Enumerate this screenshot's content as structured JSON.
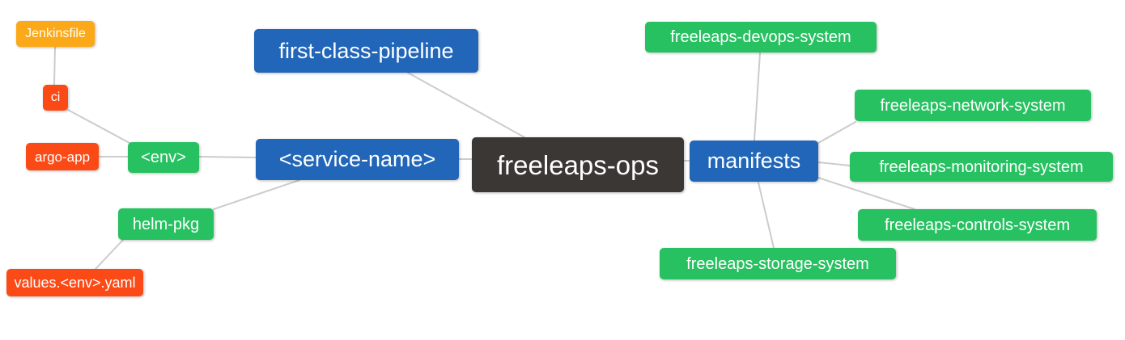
{
  "palette": {
    "root_bg": "#3b3735",
    "level1_bg": "#2166b8",
    "level2_bg": "#27c161",
    "level3_bg": "#fc4a16",
    "level4_bg": "#fba819",
    "text": "#ffffff",
    "edge": "#cccccc",
    "background": "#ffffff"
  },
  "nodes": {
    "root": {
      "label": "freeleaps-ops",
      "level": "root"
    },
    "first_class_pipeline": {
      "label": "first-class-pipeline",
      "level": "1"
    },
    "service_name": {
      "label": "<service-name>",
      "level": "1"
    },
    "manifests": {
      "label": "manifests",
      "level": "1"
    },
    "env": {
      "label": "<env>",
      "level": "2"
    },
    "helm_pkg": {
      "label": "helm-pkg",
      "level": "2"
    },
    "ci": {
      "label": "ci",
      "level": "3"
    },
    "argo_app": {
      "label": "argo-app",
      "level": "3"
    },
    "jenkinsfile": {
      "label": "Jenkinsfile",
      "level": "4"
    },
    "values_env_yaml": {
      "label": "values.<env>.yaml",
      "level": "3"
    },
    "devops_system": {
      "label": "freeleaps-devops-system",
      "level": "2"
    },
    "network_system": {
      "label": "freeleaps-network-system",
      "level": "2"
    },
    "monitoring_system": {
      "label": "freeleaps-monitoring-system",
      "level": "2"
    },
    "controls_system": {
      "label": "freeleaps-controls-system",
      "level": "2"
    },
    "storage_system": {
      "label": "freeleaps-storage-system",
      "level": "2"
    }
  },
  "edges": [
    {
      "from": "jenkinsfile",
      "to": "ci"
    },
    {
      "from": "ci",
      "to": "env"
    },
    {
      "from": "argo_app",
      "to": "env"
    },
    {
      "from": "env",
      "to": "service_name"
    },
    {
      "from": "helm_pkg",
      "to": "service_name"
    },
    {
      "from": "values_env_yaml",
      "to": "helm_pkg"
    },
    {
      "from": "first_class_pipeline",
      "to": "root"
    },
    {
      "from": "service_name",
      "to": "root"
    },
    {
      "from": "root",
      "to": "manifests"
    },
    {
      "from": "manifests",
      "to": "devops_system"
    },
    {
      "from": "manifests",
      "to": "network_system"
    },
    {
      "from": "manifests",
      "to": "monitoring_system"
    },
    {
      "from": "manifests",
      "to": "controls_system"
    },
    {
      "from": "manifests",
      "to": "storage_system"
    }
  ]
}
